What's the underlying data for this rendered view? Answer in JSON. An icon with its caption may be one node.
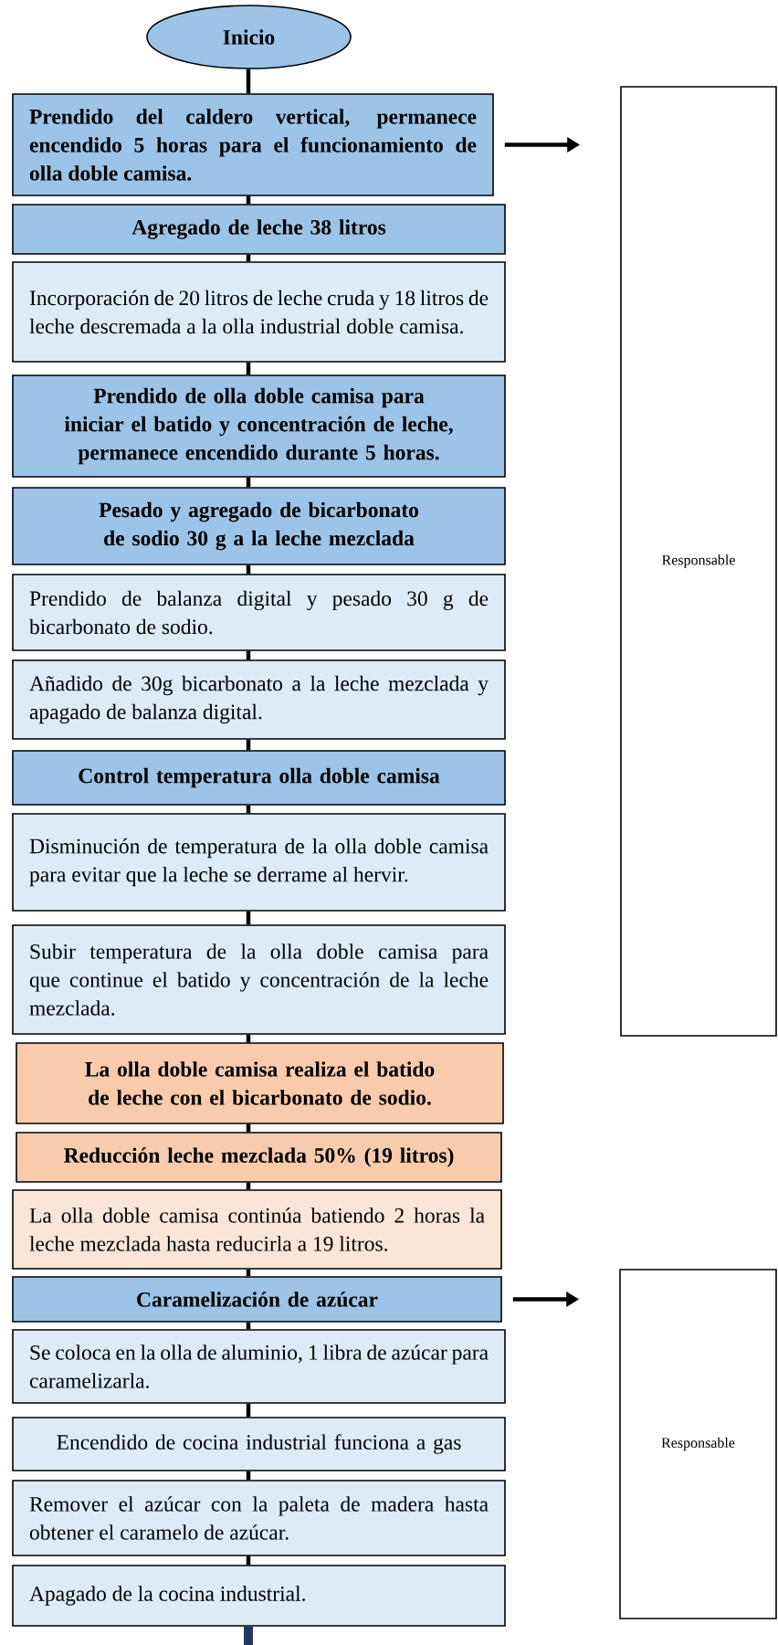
{
  "diagram": {
    "nodes": [
      {
        "text": [
          "Inicio"
        ]
      },
      {
        "text": [
          "Prendido del caldero vertical, permanece encendido 5 horas para el funcionamiento de olla doble camisa."
        ]
      },
      {
        "text": [
          "Agregado de leche 38 litros"
        ]
      },
      {
        "text": [
          "Incorporación de 20 litros de leche cruda y 18 litros de leche descremada a la olla industrial doble camisa."
        ]
      },
      {
        "text": [
          "Prendido de  olla doble camisa para iniciar el batido y concentración de leche, permanece encendido durante 5 horas."
        ]
      },
      {
        "text": [
          "Pesado y agregado de bicarbonato de sodio 30 g a la leche mezclada"
        ]
      },
      {
        "text": [
          "Prendido de balanza digital y pesado 30 g de bicarbonato de sodio."
        ]
      },
      {
        "text": [
          "Añadido de 30g bicarbonato a la leche mezclada y apagado de balanza digital."
        ]
      },
      {
        "text": [
          "Control temperatura olla doble camisa"
        ]
      },
      {
        "text": [
          "Disminución de temperatura de la olla doble camisa para evitar que la leche se derrame al hervir."
        ]
      },
      {
        "text": [
          "Subir temperatura de la olla doble camisa para que continue el batido y concentración de la leche mezclada."
        ]
      },
      {
        "text": [
          "La olla doble camisa realiza el batido de leche con el bicarbonato de sodio."
        ]
      },
      {
        "text": [
          "Reducción leche mezclada 50% (19 litros)"
        ]
      },
      {
        "text": [
          "La olla doble camisa continúa batiendo 2 horas la leche mezclada hasta reducirla a 19 litros."
        ]
      },
      {
        "text": [
          "Caramelización de azúcar"
        ]
      },
      {
        "text": [
          "Se coloca en la olla de aluminio, 1 libra de azúcar para caramelizarla."
        ]
      },
      {
        "text": [
          "Encendido de cocina industrial funciona a gas"
        ]
      },
      {
        "text": [
          "Remover el azúcar con la paleta de madera hasta obtener el caramelo de azúcar."
        ]
      },
      {
        "text": [
          "Apagado de la cocina industrial."
        ]
      },
      {
        "text": [
          "Responsable"
        ]
      },
      {
        "text": [
          "Responsable"
        ]
      }
    ],
    "edges": [
      {
        "from": 0,
        "to": 1,
        "arrow": "none"
      },
      {
        "from": 1,
        "to": 2,
        "arrow": "none"
      },
      {
        "from": 2,
        "to": 3,
        "arrow": "none"
      },
      {
        "from": 3,
        "to": 4,
        "arrow": "none"
      },
      {
        "from": 4,
        "to": 5,
        "arrow": "none"
      },
      {
        "from": 5,
        "to": 6,
        "arrow": "none"
      },
      {
        "from": 6,
        "to": 7,
        "arrow": "none"
      },
      {
        "from": 7,
        "to": 8,
        "arrow": "none"
      },
      {
        "from": 8,
        "to": 9,
        "arrow": "none"
      },
      {
        "from": 9,
        "to": 10,
        "arrow": "none"
      },
      {
        "from": 10,
        "to": 11,
        "arrow": "none"
      },
      {
        "from": 11,
        "to": 12,
        "arrow": "none"
      },
      {
        "from": 12,
        "to": 13,
        "arrow": "none"
      },
      {
        "from": 13,
        "to": 14,
        "arrow": "none"
      },
      {
        "from": 14,
        "to": 15,
        "arrow": "none"
      },
      {
        "from": 15,
        "to": 16,
        "arrow": "none"
      },
      {
        "from": 16,
        "to": 17,
        "arrow": "none"
      },
      {
        "from": 17,
        "to": 18,
        "arrow": "none"
      },
      {
        "from": 1,
        "to": 19,
        "arrow": "to"
      },
      {
        "from": 14,
        "to": 20,
        "arrow": "to"
      },
      {
        "from": 18,
        "to": null,
        "arrow": "none",
        "style": "thick",
        "color": "#1f3864"
      }
    ]
  }
}
